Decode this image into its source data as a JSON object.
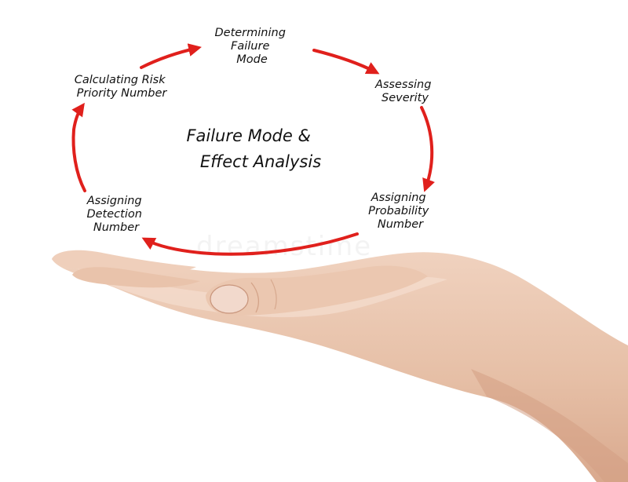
{
  "diagram": {
    "title_lines": [
      "Failure Mode &",
      "Effect Analysis"
    ],
    "steps": [
      {
        "id": "determining",
        "lines": [
          "Determining",
          "Failure",
          "Mode"
        ]
      },
      {
        "id": "severity",
        "lines": [
          "Assessing",
          "Severity"
        ]
      },
      {
        "id": "probability",
        "lines": [
          "Assigning",
          "Probability",
          "Number"
        ]
      },
      {
        "id": "detection",
        "lines": [
          "Assigning",
          "Detection",
          "Number"
        ]
      },
      {
        "id": "rpn",
        "lines": [
          "Calculating Risk",
          "Priority Number"
        ]
      }
    ],
    "arrow_color": "#e0201c",
    "text_color": "#111111"
  },
  "photo": {
    "subject": "open-palm-hand",
    "skin_color": "#e8c4ad"
  },
  "watermark_text": "dreamstime"
}
